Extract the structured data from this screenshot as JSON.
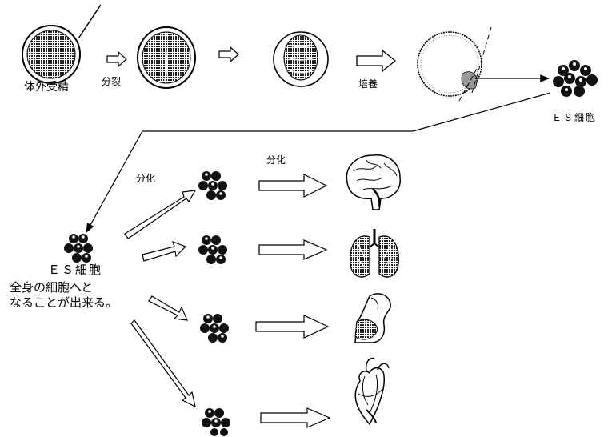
{
  "top_row": {
    "fertilization_label": "体外受精",
    "division_label": "分裂",
    "culture_label": "培養",
    "es_cell_label": "ＥＳ細胞"
  },
  "differentiation": {
    "label_left": "分化",
    "label_top": "分化"
  },
  "es_center": {
    "label": "ＥＳ細胞",
    "description_line1": "全身の細胞へと",
    "description_line2": "なることが出来る。"
  },
  "targets": [
    "brain-icon",
    "lung-icon",
    "muscle-arm-icon",
    "heart-icon"
  ]
}
